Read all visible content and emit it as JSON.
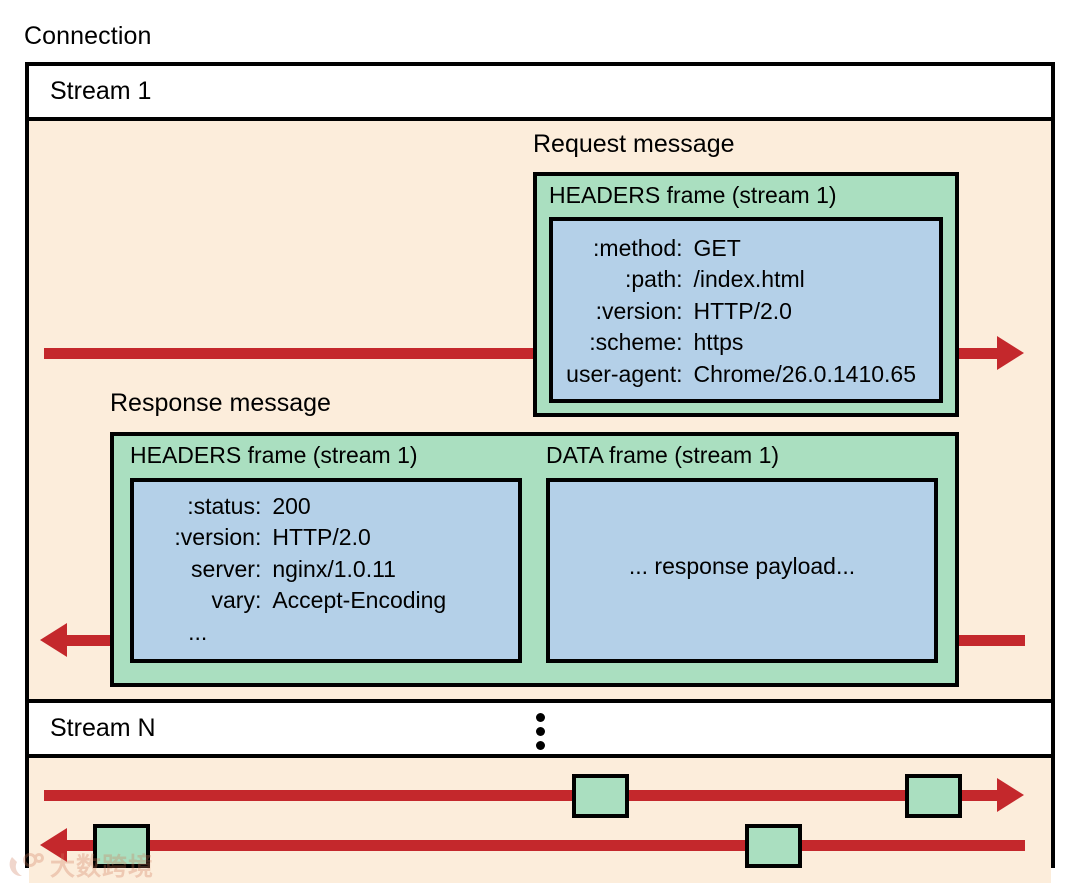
{
  "diagram": {
    "caption": "Connection",
    "colors": {
      "stream_background": "#fceddb",
      "frame_green": "#aadfc0",
      "payload_blue": "#b4d0e8",
      "flow_red": "#c4282c",
      "border_black": "#000000"
    },
    "streams": [
      {
        "label": "Stream 1"
      },
      {
        "label": "Stream N"
      }
    ],
    "request_message": {
      "caption": "Request message",
      "frame_title": "HEADERS frame (stream 1)",
      "headers": [
        {
          "key": ":method:",
          "value": "GET"
        },
        {
          "key": ":path:",
          "value": "/index.html"
        },
        {
          "key": ":version:",
          "value": "HTTP/2.0"
        },
        {
          "key": ":scheme:",
          "value": "https"
        },
        {
          "key": "user-agent:",
          "value": "Chrome/26.0.1410.65"
        }
      ]
    },
    "response_message": {
      "caption": "Response message",
      "headers_frame": {
        "title": "HEADERS frame (stream 1)",
        "headers": [
          {
            "key": ":status:",
            "value": "200"
          },
          {
            "key": ":version:",
            "value": "HTTP/2.0"
          },
          {
            "key": "server:",
            "value": "nginx/1.0.11"
          },
          {
            "key": "vary:",
            "value": "Accept-Encoding"
          }
        ],
        "ellipsis": "..."
      },
      "data_frame": {
        "title": "DATA frame (stream 1)",
        "payload": "... response payload..."
      }
    },
    "stream_continuation_marker": "⋮",
    "watermark": {
      "text": "大数跨境"
    }
  }
}
